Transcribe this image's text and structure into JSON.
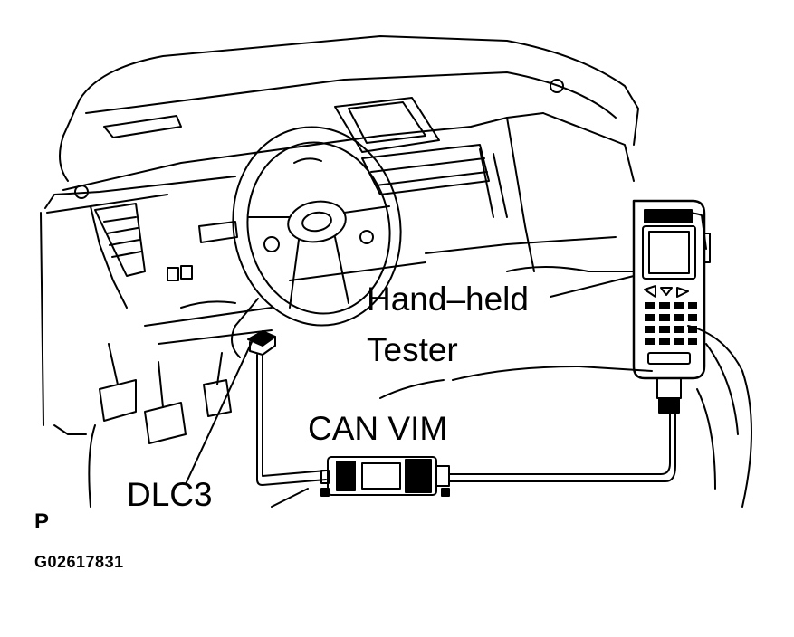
{
  "labels": {
    "hand_held_tester_line1": "Hand–held",
    "hand_held_tester_line2": "Tester",
    "can_vim": "CAN VIM",
    "dlc3": "DLC3",
    "view_code": "P",
    "figure_id": "G02617831"
  },
  "colors": {
    "ink": "#000000",
    "paper": "#ffffff"
  }
}
